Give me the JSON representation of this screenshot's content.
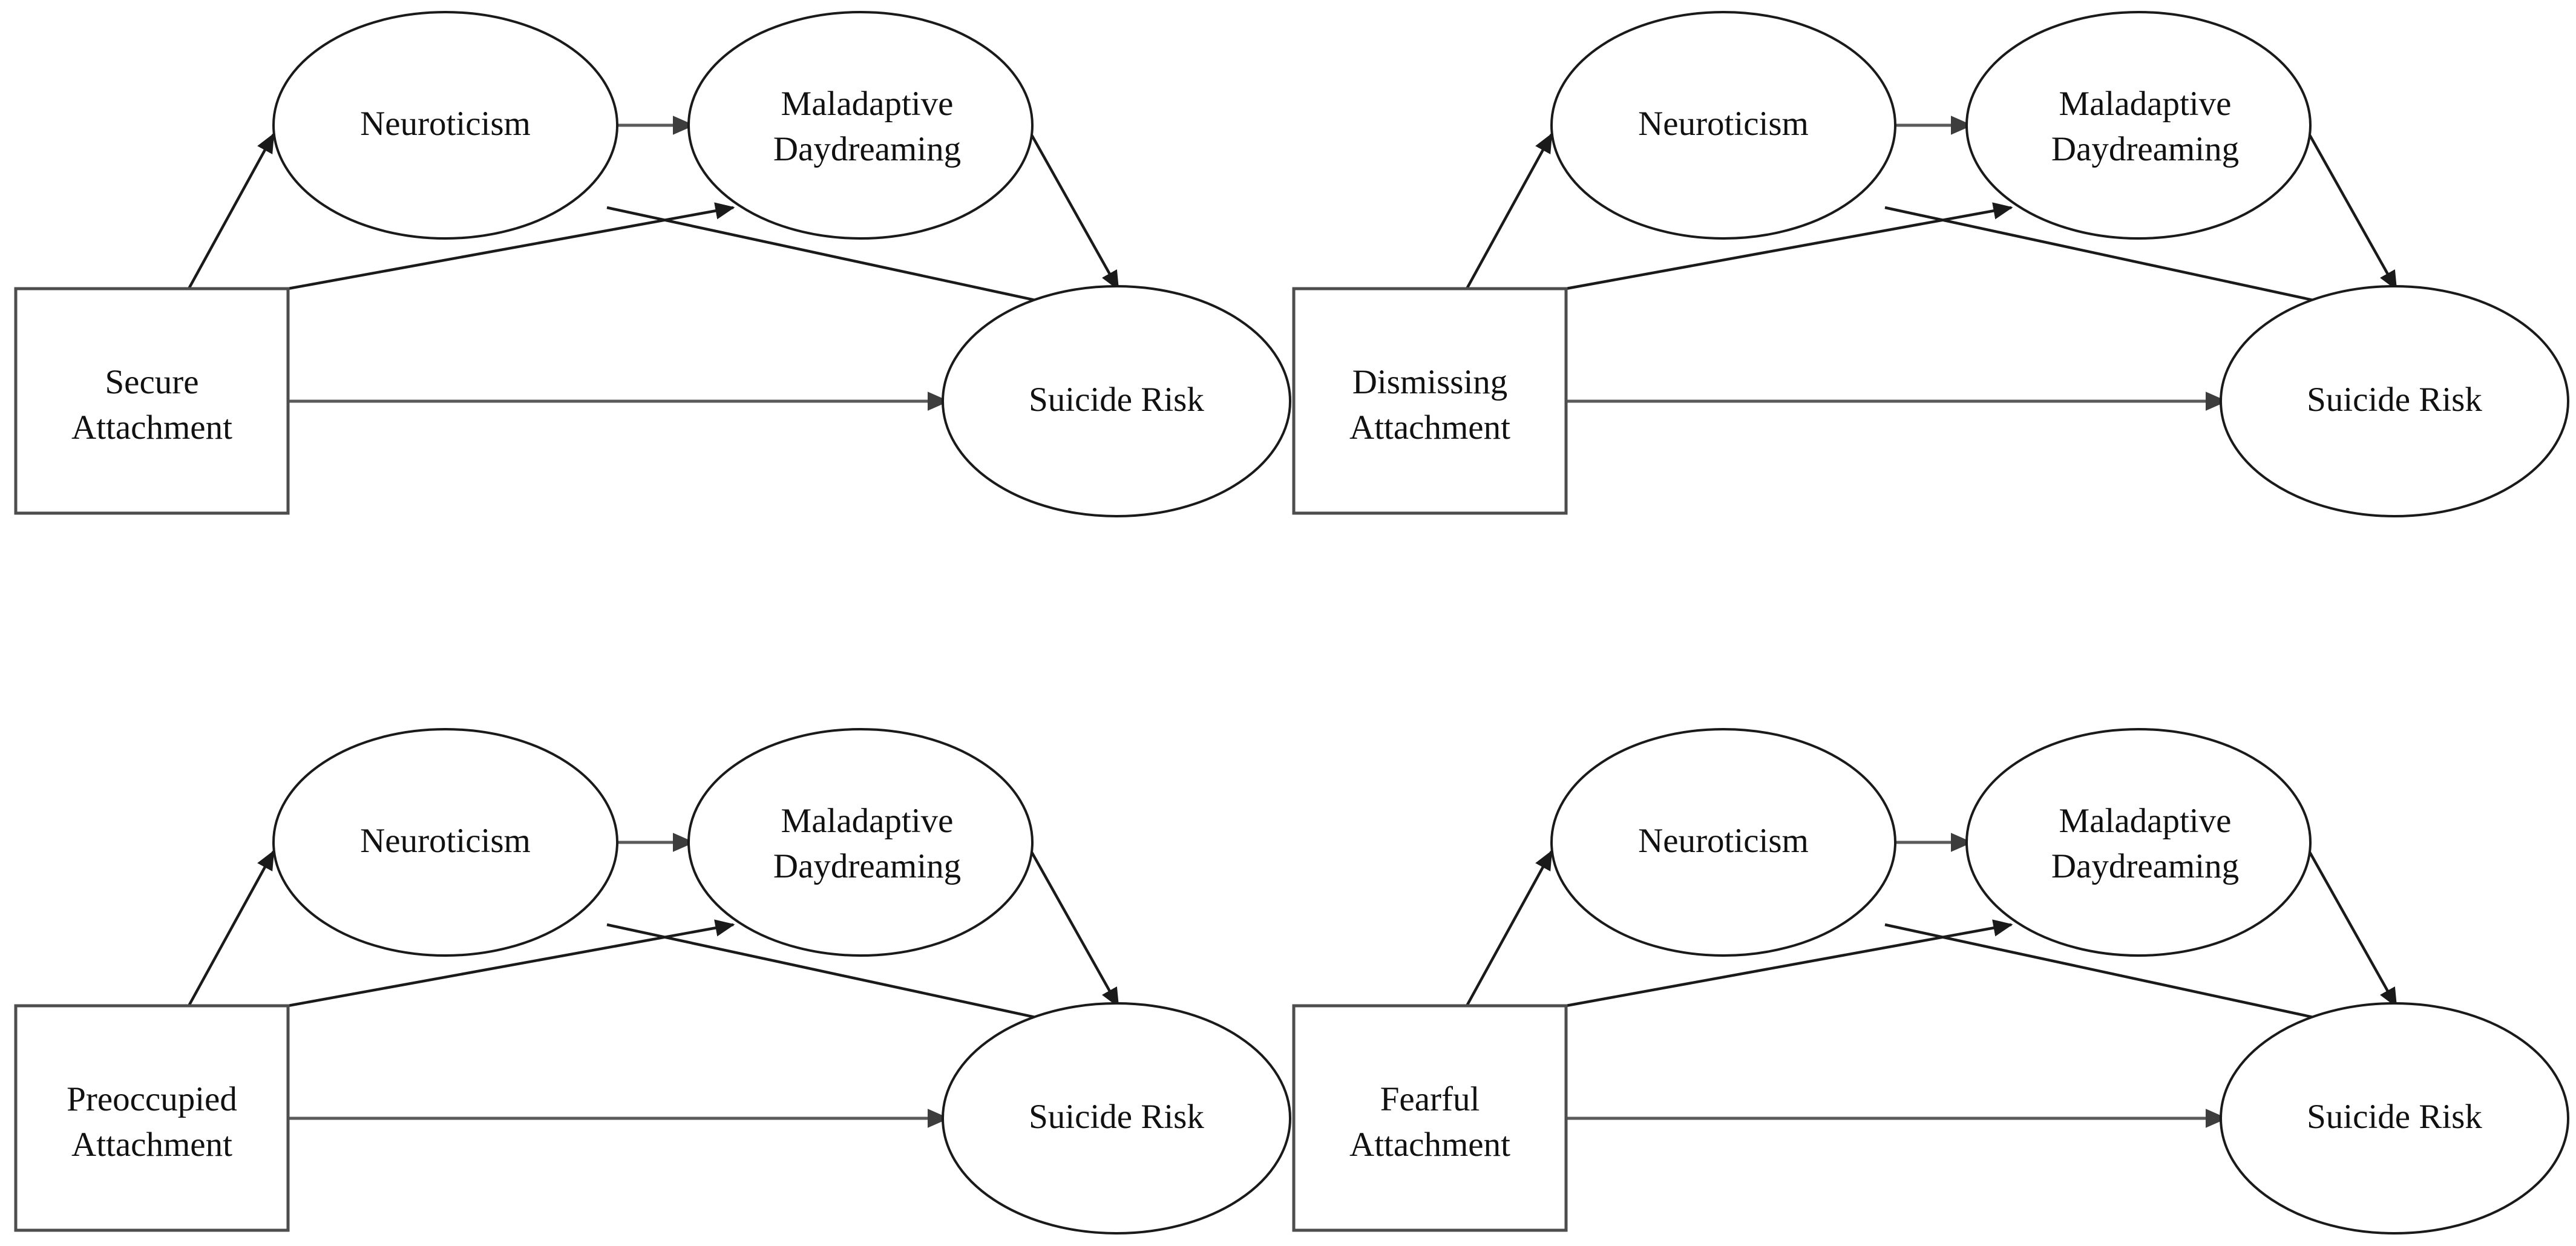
{
  "figure": {
    "type": "path-model-diagram",
    "description": "Four parallel mediation path models relating attachment style to suicide risk through neuroticism and maladaptive daydreaming",
    "panel_count": 4,
    "grid": {
      "rows": 2,
      "cols": 2
    },
    "colors": {
      "background": "#ffffff",
      "shape_stroke": "#1a1a1a",
      "box_stroke": "#4d4d4d",
      "edge_stroke": "#1a1a1a",
      "edge_stroke_grey": "#5a5a5a",
      "text": "#111111"
    }
  },
  "shared_nodes": {
    "mediator1": "Neuroticism",
    "mediator2_line1": "Maladaptive",
    "mediator2_line2": "Daydreaming",
    "outcome": "Suicide Risk",
    "predictor_line2": "Attachment"
  },
  "panels": [
    {
      "id": "panel-secure",
      "position": "top-left",
      "predictor_line1": "Secure",
      "predictor_line2": "Attachment",
      "nodes": [
        {
          "name": "predictor",
          "shape": "rectangle",
          "label_line1": "Secure",
          "label_line2": "Attachment"
        },
        {
          "name": "neuroticism",
          "shape": "ellipse",
          "label_line1": "Neuroticism",
          "label_line2": ""
        },
        {
          "name": "maladaptive-daydreaming",
          "shape": "ellipse",
          "label_line1": "Maladaptive",
          "label_line2": "Daydreaming"
        },
        {
          "name": "suicide-risk",
          "shape": "ellipse",
          "label_line1": "Suicide Risk",
          "label_line2": ""
        }
      ],
      "edges": [
        {
          "from": "Secure Attachment",
          "to": "Neuroticism"
        },
        {
          "from": "Neuroticism",
          "to": "Maladaptive Daydreaming"
        },
        {
          "from": "Secure Attachment",
          "to": "Maladaptive Daydreaming"
        },
        {
          "from": "Neuroticism",
          "to": "Suicide Risk"
        },
        {
          "from": "Maladaptive Daydreaming",
          "to": "Suicide Risk"
        },
        {
          "from": "Secure Attachment",
          "to": "Suicide Risk"
        }
      ]
    },
    {
      "id": "panel-dismissing",
      "position": "top-right",
      "predictor_line1": "Dismissing",
      "predictor_line2": "Attachment",
      "nodes": [
        {
          "name": "predictor",
          "shape": "rectangle",
          "label_line1": "Dismissing",
          "label_line2": "Attachment"
        },
        {
          "name": "neuroticism",
          "shape": "ellipse",
          "label_line1": "Neuroticism",
          "label_line2": ""
        },
        {
          "name": "maladaptive-daydreaming",
          "shape": "ellipse",
          "label_line1": "Maladaptive",
          "label_line2": "Daydreaming"
        },
        {
          "name": "suicide-risk",
          "shape": "ellipse",
          "label_line1": "Suicide Risk",
          "label_line2": ""
        }
      ],
      "edges": [
        {
          "from": "Dismissing Attachment",
          "to": "Neuroticism"
        },
        {
          "from": "Neuroticism",
          "to": "Maladaptive Daydreaming"
        },
        {
          "from": "Dismissing Attachment",
          "to": "Maladaptive Daydreaming"
        },
        {
          "from": "Neuroticism",
          "to": "Suicide Risk"
        },
        {
          "from": "Maladaptive Daydreaming",
          "to": "Suicide Risk"
        },
        {
          "from": "Dismissing Attachment",
          "to": "Suicide Risk"
        }
      ]
    },
    {
      "id": "panel-preoccupied",
      "position": "bottom-left",
      "predictor_line1": "Preoccupied",
      "predictor_line2": "Attachment",
      "nodes": [
        {
          "name": "predictor",
          "shape": "rectangle",
          "label_line1": "Preoccupied",
          "label_line2": "Attachment"
        },
        {
          "name": "neuroticism",
          "shape": "ellipse",
          "label_line1": "Neuroticism",
          "label_line2": ""
        },
        {
          "name": "maladaptive-daydreaming",
          "shape": "ellipse",
          "label_line1": "Maladaptive",
          "label_line2": "Daydreaming"
        },
        {
          "name": "suicide-risk",
          "shape": "ellipse",
          "label_line1": "Suicide Risk",
          "label_line2": ""
        }
      ],
      "edges": [
        {
          "from": "Preoccupied Attachment",
          "to": "Neuroticism"
        },
        {
          "from": "Neuroticism",
          "to": "Maladaptive Daydreaming"
        },
        {
          "from": "Preoccupied Attachment",
          "to": "Maladaptive Daydreaming"
        },
        {
          "from": "Neuroticism",
          "to": "Suicide Risk"
        },
        {
          "from": "Maladaptive Daydreaming",
          "to": "Suicide Risk"
        },
        {
          "from": "Preoccupied Attachment",
          "to": "Suicide Risk"
        }
      ]
    },
    {
      "id": "panel-fearful",
      "position": "bottom-right",
      "predictor_line1": "Fearful",
      "predictor_line2": "Attachment",
      "nodes": [
        {
          "name": "predictor",
          "shape": "rectangle",
          "label_line1": "Fearful",
          "label_line2": "Attachment"
        },
        {
          "name": "neuroticism",
          "shape": "ellipse",
          "label_line1": "Neuroticism",
          "label_line2": ""
        },
        {
          "name": "maladaptive-daydreaming",
          "shape": "ellipse",
          "label_line1": "Maladaptive",
          "label_line2": "Daydreaming"
        },
        {
          "name": "suicide-risk",
          "shape": "ellipse",
          "label_line1": "Suicide Risk",
          "label_line2": ""
        }
      ],
      "edges": [
        {
          "from": "Fearful Attachment",
          "to": "Neuroticism"
        },
        {
          "from": "Neuroticism",
          "to": "Maladaptive Daydreaming"
        },
        {
          "from": "Fearful Attachment",
          "to": "Maladaptive Daydreaming"
        },
        {
          "from": "Neuroticism",
          "to": "Suicide Risk"
        },
        {
          "from": "Maladaptive Daydreaming",
          "to": "Suicide Risk"
        },
        {
          "from": "Fearful Attachment",
          "to": "Suicide Risk"
        }
      ]
    }
  ]
}
